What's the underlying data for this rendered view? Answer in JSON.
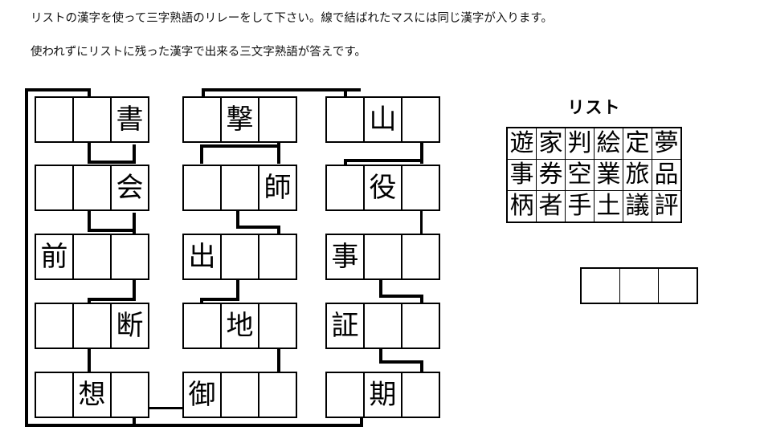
{
  "instructions": {
    "line1": "リストの漢字を使って三字熟語のリレーをして下さい。線で結ばれたマスには同じ漢字が入ります。",
    "line2": "使われずにリストに残った漢字で出来る三文字熟語が答えです。"
  },
  "board": {
    "columns": [
      {
        "name": "column-1",
        "rows": [
          {
            "cells": [
              "",
              "",
              "書"
            ]
          },
          {
            "cells": [
              "",
              "",
              "会"
            ]
          },
          {
            "cells": [
              "前",
              "",
              ""
            ]
          },
          {
            "cells": [
              "",
              "",
              "断"
            ]
          },
          {
            "cells": [
              "",
              "想",
              ""
            ]
          }
        ]
      },
      {
        "name": "column-2",
        "rows": [
          {
            "cells": [
              "",
              "撃",
              ""
            ]
          },
          {
            "cells": [
              "",
              "",
              "師"
            ]
          },
          {
            "cells": [
              "出",
              "",
              ""
            ]
          },
          {
            "cells": [
              "",
              "地",
              ""
            ]
          },
          {
            "cells": [
              "御",
              "",
              ""
            ]
          }
        ]
      },
      {
        "name": "column-3",
        "rows": [
          {
            "cells": [
              "",
              "山",
              ""
            ]
          },
          {
            "cells": [
              "",
              "役",
              ""
            ]
          },
          {
            "cells": [
              "事",
              "",
              ""
            ]
          },
          {
            "cells": [
              "証",
              "",
              ""
            ]
          },
          {
            "cells": [
              "",
              "期",
              ""
            ]
          }
        ]
      }
    ]
  },
  "list": {
    "title": "リスト",
    "rows": [
      [
        "遊",
        "家",
        "判",
        "絵",
        "定",
        "夢"
      ],
      [
        "事",
        "券",
        "空",
        "業",
        "旅",
        "品"
      ],
      [
        "柄",
        "者",
        "手",
        "土",
        "議",
        "評"
      ]
    ]
  },
  "answer": {
    "cells": [
      "",
      "",
      ""
    ]
  }
}
